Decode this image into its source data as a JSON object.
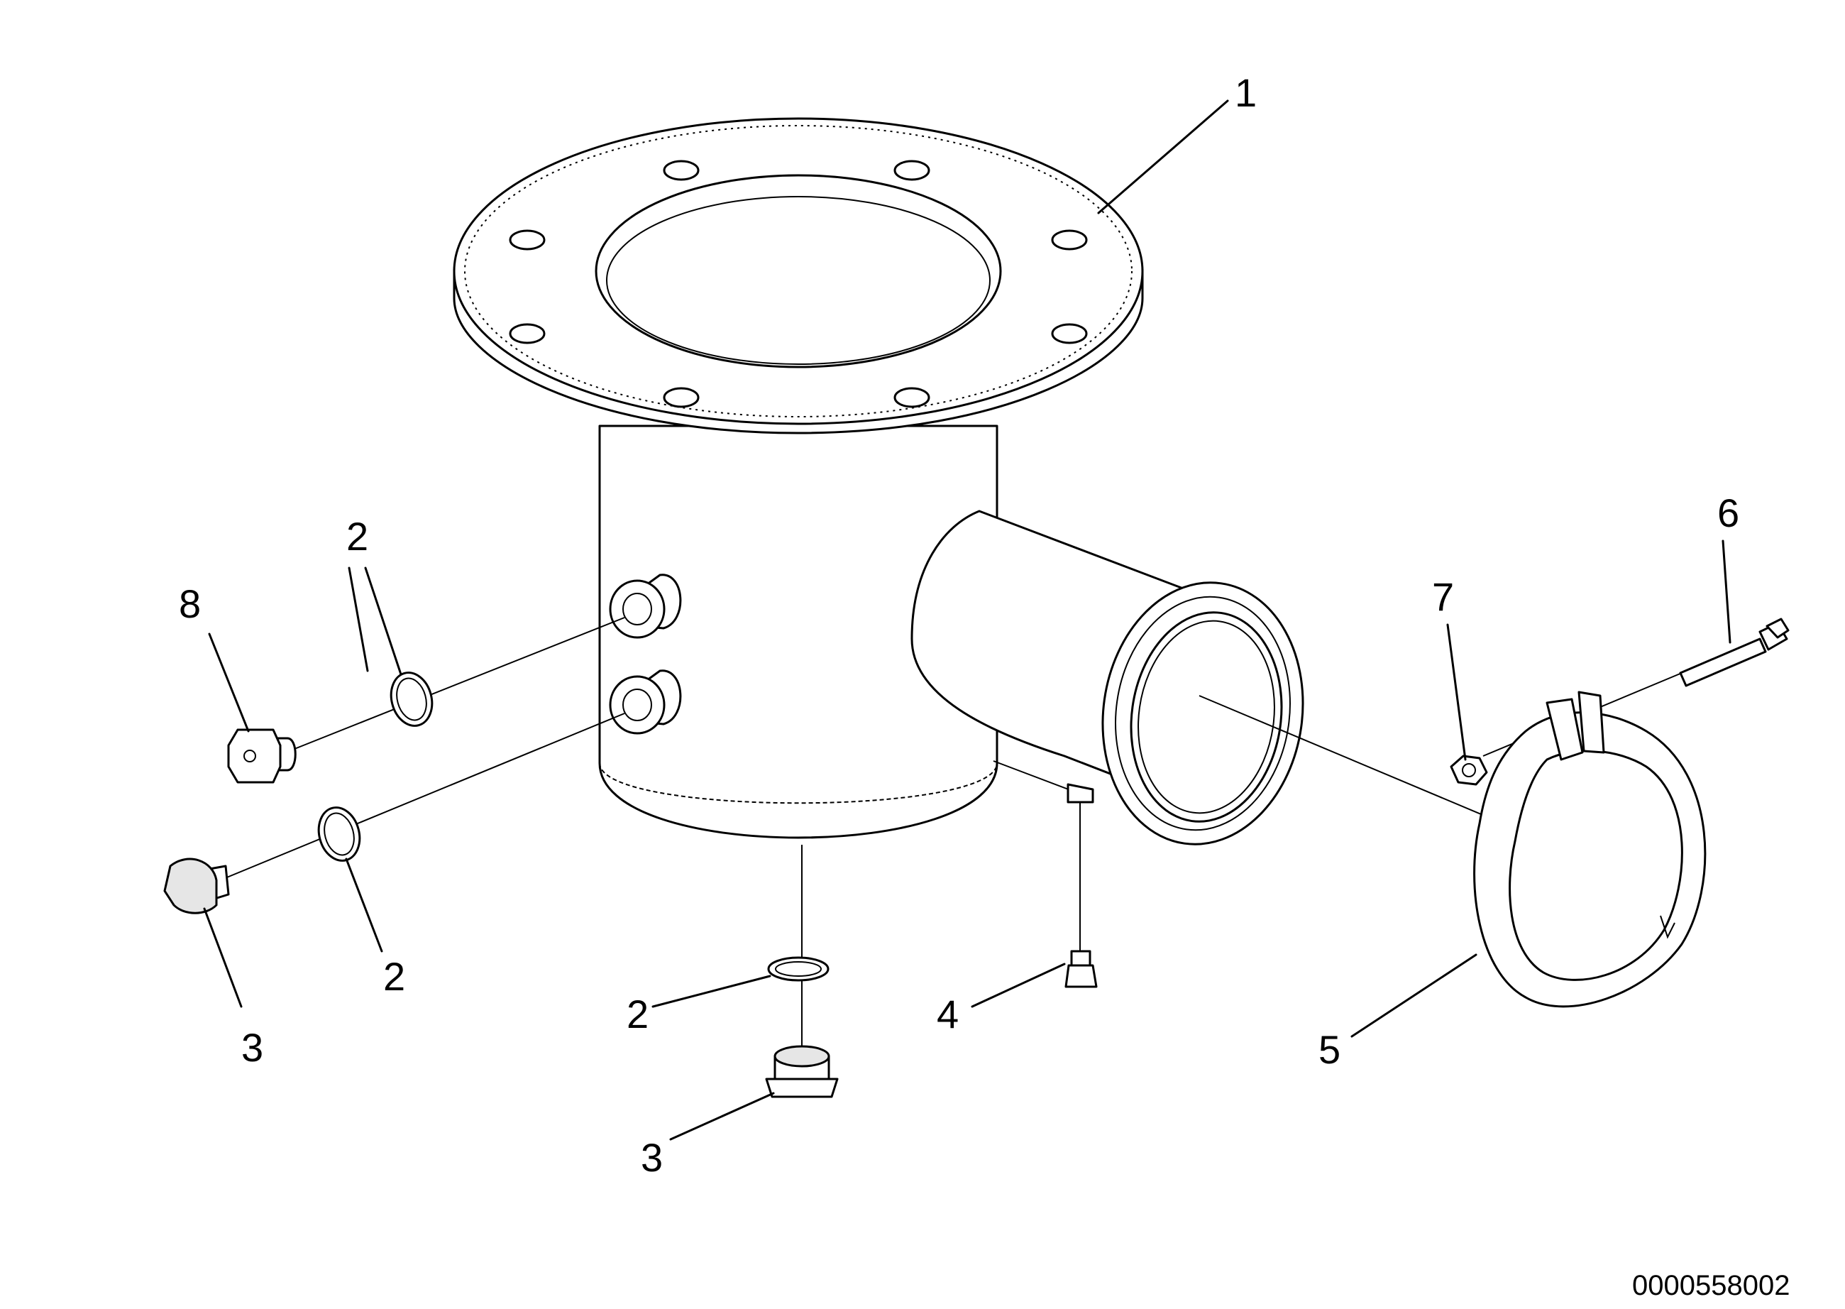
{
  "callouts": {
    "c1": "1",
    "c2_upper_left": "2",
    "c2_lower_left": "2",
    "c2_bottom": "2",
    "c3_left": "3",
    "c3_bottom": "3",
    "c4": "4",
    "c5": "5",
    "c6": "6",
    "c7": "7",
    "c8": "8"
  },
  "document_number": "0000558002"
}
